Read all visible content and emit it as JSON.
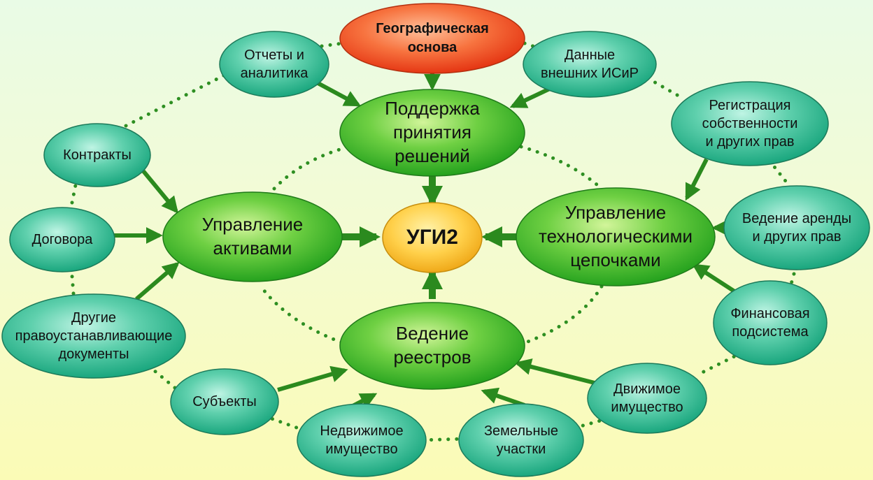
{
  "colors": {
    "outer_fill_light": "#b8f1df",
    "outer_fill_dark": "#19a77e",
    "main_fill_light": "#c6f28a",
    "main_fill_dark": "#21a41e",
    "geo_fill_light": "#ffb08a",
    "geo_fill_dark": "#ec3a14",
    "center_fill_light": "#ffe88a",
    "center_fill_dark": "#f2b219",
    "arrow": "#2b8a1e",
    "dots": "#2e8f22"
  },
  "nodes": {
    "center": "УГИ2",
    "geo": "Географическая\nоснова",
    "support": "Поддержка\nпринятия\nрешений",
    "assets": "Управление\nактивами",
    "tech": "Управление\nтехнологическими\nцепочками",
    "registries": "Ведение\nреестров",
    "reports": "Отчеты и\nаналитика",
    "external": "Данные\nвнешних ИСиР",
    "ownership": "Регистрация\nсобственности\nи других прав",
    "lease": "Ведение аренды\nи других прав",
    "finance": "Финансовая\nподсистема",
    "movable": "Движимое\nимущество",
    "land": "Земельные\nучастки",
    "realestate": "Недвижимое\nимущество",
    "subjects": "Субъекты",
    "otherdocs": "Другие\nправоустанавливающие\nдокументы",
    "agreements": "Договора",
    "contracts": "Контракты"
  }
}
